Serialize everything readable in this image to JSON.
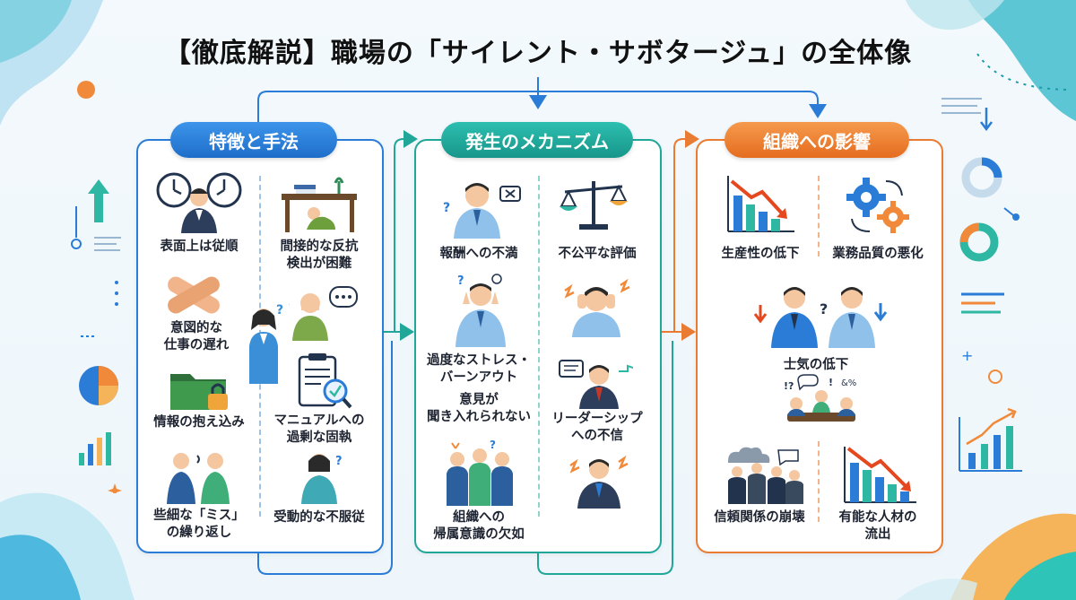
{
  "title": "【徹底解説】職場の「サイレント・サボタージュ」の全体像",
  "panels": {
    "features": {
      "header": "特徴と手法",
      "items": [
        "表面上は従順",
        "間接的な反抗\n検出が困難",
        "意図的な\n仕事の遅れ",
        "情報の抱え込み",
        "マニュアルへの\n過剰な固執",
        "些細な「ミス」\nの繰り返し",
        "受動的な不服従"
      ]
    },
    "mechanism": {
      "header": "発生のメカニズム",
      "items": [
        "報酬への不満",
        "不公平な評価",
        "過度なストレス・\nバーンアウト",
        "意見が\n聞き入れられない",
        "リーダーシップ\nへの不信",
        "組織への\n帰属意識の欠如"
      ]
    },
    "impact": {
      "header": "組織への影響",
      "items": [
        "生産性の低下",
        "業務品質の悪化",
        "士気の低下",
        "信頼関係の崩壊",
        "有能な人材の\n流出"
      ]
    }
  },
  "colors": {
    "blue": "#2b7cd6",
    "teal": "#21a69a",
    "orange": "#ea7b33"
  }
}
